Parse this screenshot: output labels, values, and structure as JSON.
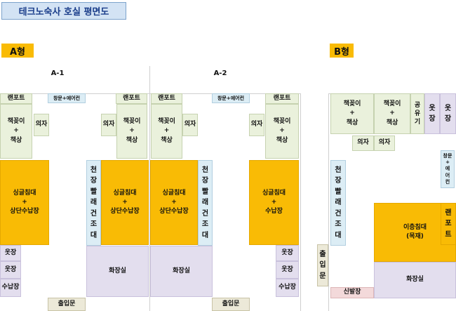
{
  "title": "테크노숙사 호실 평면도",
  "typeA": {
    "label": "A형",
    "rooms": [
      {
        "name": "A-1",
        "ramp_left": "랜포트",
        "ramp_right": "랜포트",
        "window_aircon": "창문+에어컨",
        "desk_left": [
          "책꽂이",
          "+",
          "책상"
        ],
        "chair_left": "의자",
        "desk_right": [
          "책꽂이",
          "+",
          "책상"
        ],
        "chair_right": "의자",
        "bed_left": [
          "싱글침대",
          "+",
          "상단수납장"
        ],
        "bed_right": [
          "싱글침대",
          "+",
          "상단수납장"
        ],
        "ceiling_laundry": [
          "천",
          "장",
          "빨",
          "래",
          "건",
          "조",
          "대"
        ],
        "closet_1": "옷장",
        "closet_2": "옷장",
        "storage": "수납장",
        "bathroom": "화장실",
        "entrance": "출입문"
      },
      {
        "name": "A-2",
        "ramp_left": "랜포트",
        "ramp_right": "랜포트",
        "window_aircon": "창문+에어컨",
        "desk_left": [
          "책꽂이",
          "+",
          "책상"
        ],
        "chair_left": "의자",
        "desk_right": [
          "책꽂이",
          "+",
          "책상"
        ],
        "chair_right": "의자",
        "bed_left": [
          "싱글침대",
          "+",
          "상단수납장"
        ],
        "bed_right": [
          "싱글침대",
          "+",
          "수납장"
        ],
        "ceiling_laundry": [
          "천",
          "장",
          "빨",
          "래",
          "건",
          "조",
          "대"
        ],
        "closet_1": "옷장",
        "closet_2": "옷장",
        "storage": "수납장",
        "bathroom": "화장실",
        "entrance": "출입문"
      }
    ]
  },
  "typeB": {
    "label": "B형",
    "desk_1": [
      "책꽂이",
      "+",
      "책상"
    ],
    "desk_2": [
      "책꽂이",
      "+",
      "책상"
    ],
    "shared": [
      "공",
      "유",
      "기"
    ],
    "closet_1": [
      "옷",
      "장"
    ],
    "closet_2": [
      "옷",
      "장"
    ],
    "chair_1": "의자",
    "chair_2": "의자",
    "window_aircon": [
      "창문+",
      "에",
      "어",
      "컨"
    ],
    "ceiling_laundry": [
      "천",
      "장",
      "빨",
      "래",
      "건",
      "조",
      "대"
    ],
    "bunk_bed": [
      "이층침대",
      "(목재)"
    ],
    "ramp": [
      "랜",
      "포",
      "트"
    ],
    "entrance": [
      "출",
      "입",
      "문"
    ],
    "shoe_rack": "신발장",
    "bathroom": "화장실"
  }
}
